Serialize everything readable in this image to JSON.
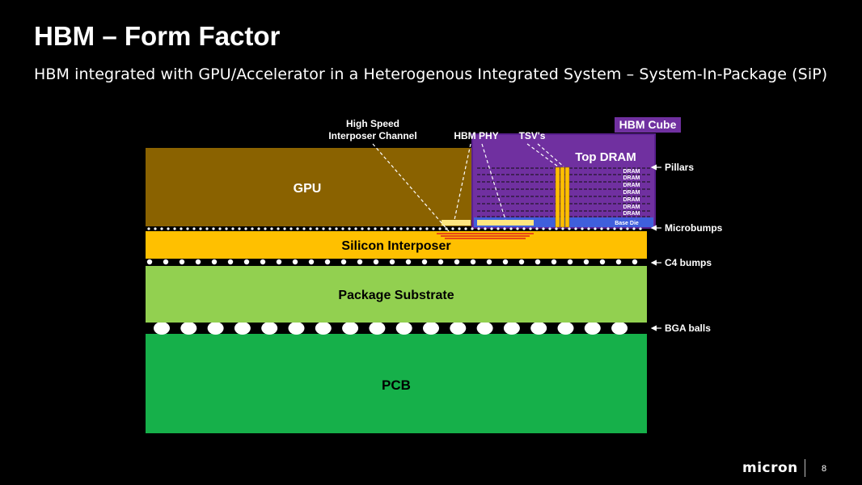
{
  "slide": {
    "title": "HBM – Form Factor",
    "subtitle": "HBM integrated with GPU/Accelerator in a Heterogenous Integrated System – System-In-Package (SiP)",
    "page_number": "8",
    "logo": "micron"
  },
  "diagram": {
    "layers": {
      "gpu": "GPU",
      "interposer": "Silicon Interposer",
      "substrate": "Package Substrate",
      "pcb": "PCB"
    },
    "hbm": {
      "cube_label": "HBM Cube",
      "top_dram": "Top DRAM",
      "dram_label": "DRAM",
      "base_die": "Base Die"
    },
    "callouts": {
      "interposer_channel_line1": "High Speed",
      "interposer_channel_line2": "Interposer Channel",
      "hbm_phy": "HBM PHY",
      "tsvs": "TSV's"
    },
    "side_labels": {
      "pillars": "Pillars",
      "microbumps": "Microbumps",
      "c4_bumps": "C4 bumps",
      "bga_balls": "BGA balls"
    },
    "colors": {
      "gpu": "#8a6200",
      "interposer": "#ffc000",
      "substrate": "#92d050",
      "pcb": "#16b04a",
      "hbm_cube": "#7030a0",
      "base_die": "#3f5fdc",
      "phy": "#ffe680",
      "channel": "#e02020"
    }
  }
}
